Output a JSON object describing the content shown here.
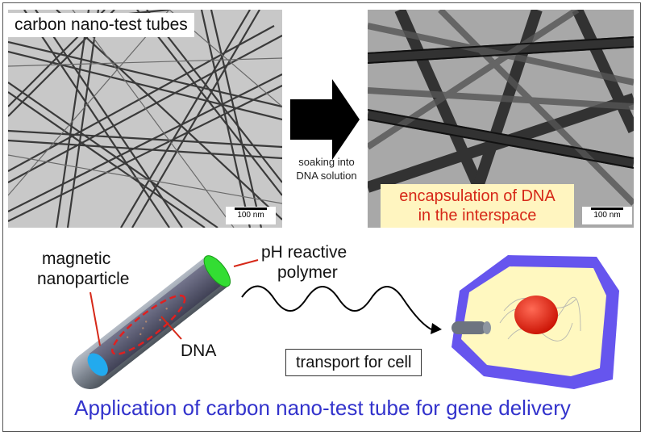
{
  "left_image": {
    "label": "carbon nano-test tubes",
    "scale_bar": "100 nm"
  },
  "arrow_caption": {
    "line1": "soaking into",
    "line2": "DNA solution"
  },
  "right_image": {
    "annotation_line1": "encapsulation of DNA",
    "annotation_line2": "in the interspace",
    "scale_bar": "100 nm"
  },
  "tube_labels": {
    "magnetic_line1": "magnetic",
    "magnetic_line2": "nanoparticle",
    "polymer_line1": "pH reactive",
    "polymer_line2": "polymer",
    "dna": "DNA"
  },
  "transport_label": "transport for cell",
  "title": "Application of carbon nano-test tube for gene delivery",
  "colors": {
    "title": "#3333cc",
    "highlight_text": "#d62818",
    "highlight_bg": "#fff5c0",
    "polymer_cap": "#33dd33",
    "magnetic": "#22aaee",
    "cell_membrane": "#6655ee",
    "cell_cytoplasm": "#fff8c0",
    "nucleus": "#ee2211"
  }
}
